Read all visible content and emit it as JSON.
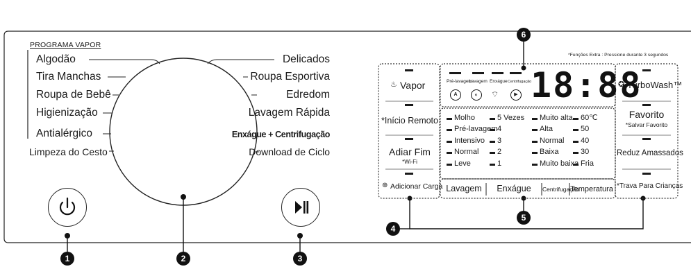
{
  "header": {
    "programa_vapor": "PROGRAMA VAPOR",
    "funcoes_extra": "*Funções Extra : Pressione durante 3 segundos"
  },
  "programs_left": [
    "Algodão",
    "Tira Manchas",
    "Roupa de Bebê",
    "Higienização",
    "Antialérgico",
    "Limpeza do Cesto"
  ],
  "programs_right": [
    "Delicados",
    "Roupa Esportiva",
    "Edredom",
    "Lavagem Rápida",
    "Enxágue + Centrifugação",
    "Download de Ciclo"
  ],
  "display": {
    "stages": [
      "Pré-lavagem",
      "Lavagem",
      "Enxágue",
      "Centrifugação"
    ],
    "digits": "18:88",
    "options_col1": [
      "Molho",
      "Pré-lavagem",
      "Intensivo",
      "Normal",
      "Leve"
    ],
    "options_col2": [
      "5 Vezes",
      "4",
      "3",
      "2",
      "1"
    ],
    "options_col3": [
      "Muito alta",
      "Alta",
      "Normal",
      "Baixa",
      "Muito baixa"
    ],
    "options_col4": [
      "60℃",
      "50",
      "40",
      "30",
      "Fria"
    ]
  },
  "left_buttons": {
    "vapor": "Vapor",
    "inicio_remoto": "*Início Remoto",
    "adiar_fim": "Adiar Fim",
    "wifi": "*Wi-Fi",
    "adicionar_carga": "Adicionar Carga"
  },
  "right_buttons": {
    "turbowash": "TurboWash™",
    "favorito": "Favorito",
    "salvar_favorito": "*Salvar Favorito",
    "reduz_amassados": "Reduz Amassados",
    "trava_criancas": "*Trava Para Crianças"
  },
  "bottom_bar": [
    "Lavagem",
    "Enxágue",
    "Centrifugação",
    "Temperatura"
  ],
  "callouts": [
    "1",
    "2",
    "3",
    "4",
    "5",
    "6"
  ],
  "icons": [
    "power-icon",
    "play-pause-icon",
    "steam-icon",
    "wifi-icon",
    "add-item-icon",
    "turbowash-icon",
    "auto-icon",
    "tub-icon",
    "remote-icon"
  ]
}
